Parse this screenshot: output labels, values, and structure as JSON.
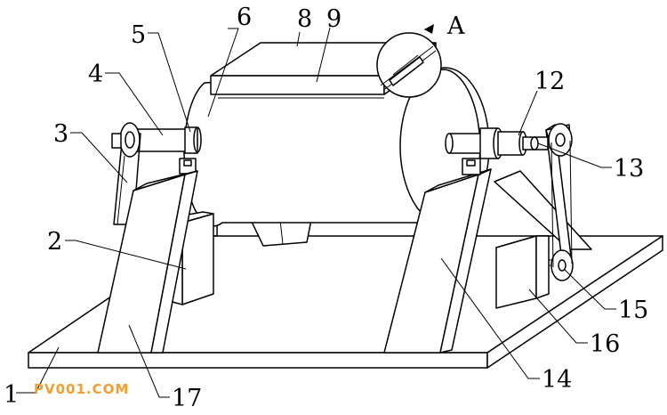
{
  "labels": {
    "l1": "1",
    "l2": "2",
    "l3": "3",
    "l4": "4",
    "l5": "5",
    "l6": "6",
    "l8": "8",
    "l9": "9",
    "lA": "A",
    "l12": "12",
    "l13": "13",
    "l14": "14",
    "l15": "15",
    "l16": "16",
    "l17": "17"
  },
  "watermark": {
    "text": "PV001.COM",
    "color": "#f0a030"
  }
}
